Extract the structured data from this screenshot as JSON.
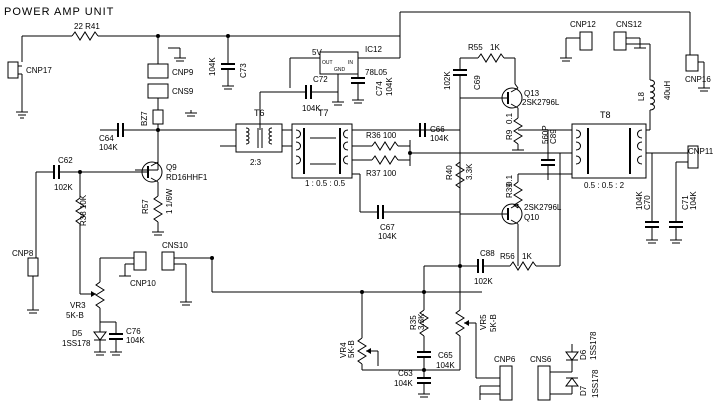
{
  "title": "POWER AMP UNIT",
  "labels": {
    "r41": "22   R41",
    "cnp17": "CNP17",
    "cnp9": "CNP9",
    "cns9": "CNS9",
    "c73v": "104K",
    "c73": "C73",
    "ic12": "IC12",
    "ic12_5v": "5V",
    "ic12_out": "OUT",
    "ic12_in": "IN",
    "ic12_gnd": "GND",
    "ic12_part": "78L05",
    "c72": "C72",
    "c72v": "104K",
    "c74": "C74",
    "c74v": "104K",
    "r55": "R55",
    "r55v": "1K",
    "c69v": "102K",
    "c69": "C69",
    "cnp12": "CNP12",
    "cns12": "CNS12",
    "cnp16": "CNP16",
    "bz7": "BZ7",
    "c64": "C64",
    "c64v": "104K",
    "t6": "T6",
    "t6ratio": "2:3",
    "t7": "T7",
    "t7ratio": "1 : 0.5 : 0.5",
    "r36": "R36  100",
    "r37": "R37  100",
    "c66": "C66",
    "c66v": "104K",
    "q13": "Q13",
    "q13p": "2SK2796L",
    "r9": "R9",
    "r9v": "0.1",
    "c560": "560P",
    "c89": "C89",
    "t8": "T8",
    "t8ratio": "0.5 : 0.5 : 2",
    "l8": "L8",
    "l8v": "40uH",
    "cnp11": "CNP11",
    "c62": "C62",
    "c62v": "102K",
    "q9": "Q9",
    "q9p": "RD16HHF1",
    "r57": "R57",
    "r57v": "1 1/6W",
    "r38": "R38  10K",
    "r40": "R40",
    "r40v": "3.3K",
    "r39": "R39",
    "r39v": "0.1",
    "q10": "Q10",
    "q10p": "2SK2796L",
    "c67": "C67",
    "c67v": "104K",
    "c70": "C70",
    "c70v": "104K",
    "c71": "C71",
    "c71v": "104K",
    "cnp8": "CNP8",
    "cns10": "CNS10",
    "cnp10": "CNP10",
    "c88": "C88",
    "c88v": "102K",
    "r56": "R56",
    "r56v": "1K",
    "vr3": "VR3",
    "vr3v": "5K-B",
    "d5": "D5",
    "d5p": "1SS178",
    "c76": "C76",
    "c76v": "104K",
    "r35": "R35",
    "r35v": "3.3K",
    "vr5": "VR5",
    "vr5v": "5K-B",
    "vr4": "VR4",
    "vr4v": "5K-B",
    "c65": "C65",
    "c65v": "104K",
    "c63": "C63",
    "c63v": "104K",
    "cnp6": "CNP6",
    "cns6": "CNS6",
    "d6": "D6",
    "d6p": "1SS178",
    "d7": "D7",
    "d7p": "1SS178"
  }
}
